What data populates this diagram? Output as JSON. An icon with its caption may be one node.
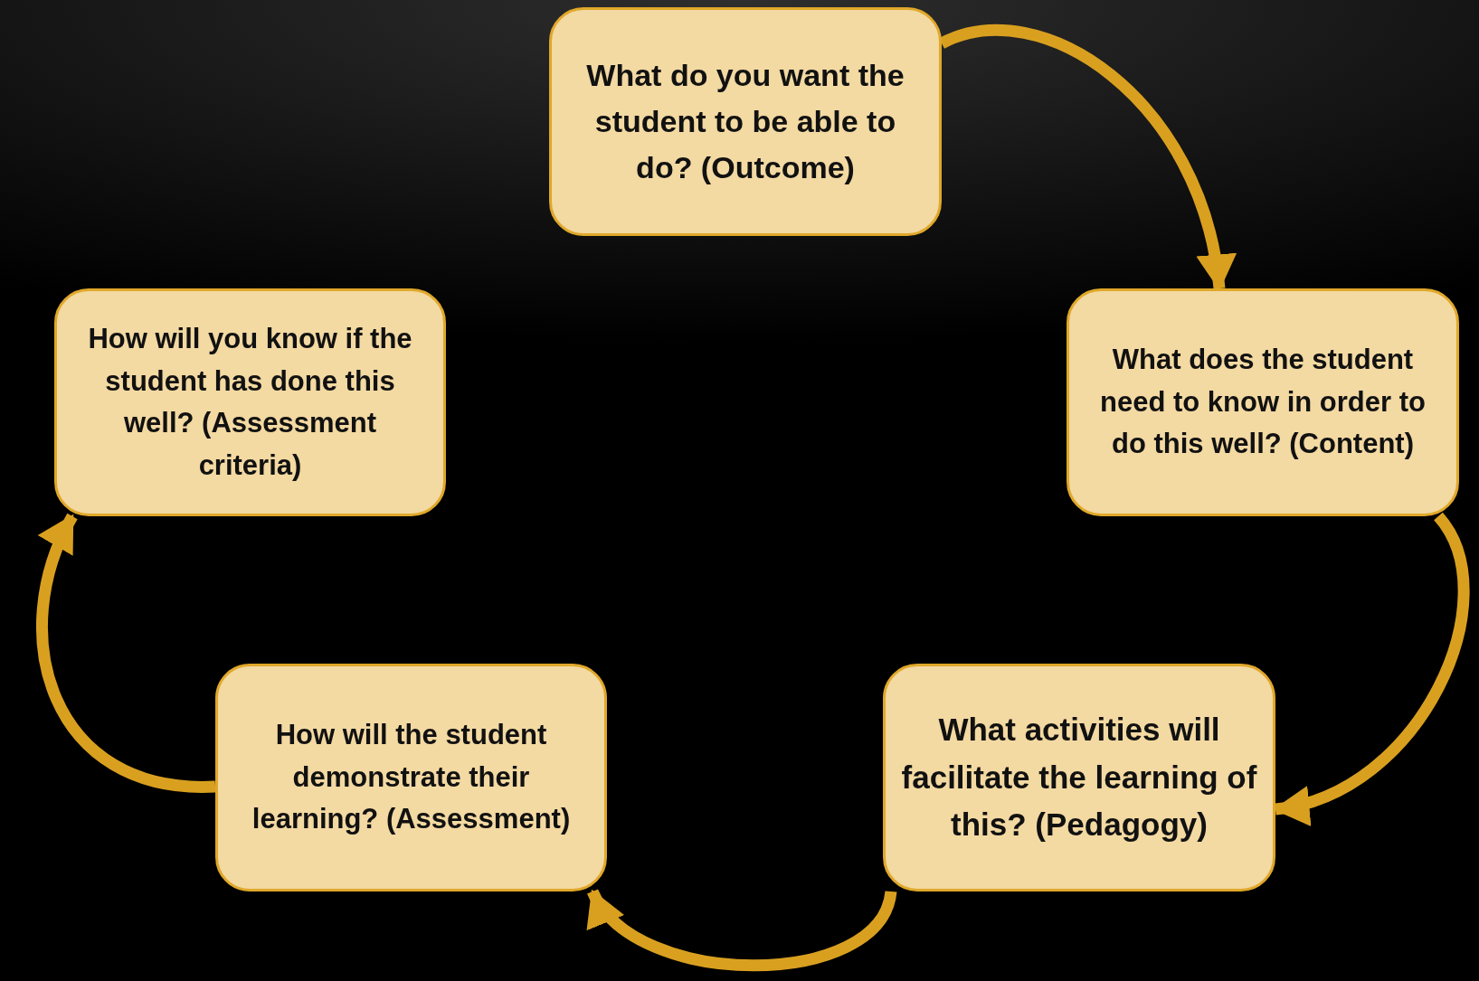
{
  "diagram": {
    "nodes": [
      {
        "text": [
          "What do you want the student to be able to do? (Outcome)"
        ]
      },
      {
        "text": [
          "What does the student need to know in order to do this well? (Content)"
        ]
      },
      {
        "text": [
          "What activities will facilitate the learning of this? (Pedagogy)"
        ]
      },
      {
        "text": [
          "How will the student demonstrate their learning? (Assessment)"
        ]
      },
      {
        "text": [
          "How will you know if the student has done this well? (Assessment criteria)"
        ]
      }
    ],
    "edges": [
      {
        "from": 0,
        "to": 1,
        "arrow": "to"
      },
      {
        "from": 1,
        "to": 2,
        "arrow": "to"
      },
      {
        "from": 2,
        "to": 3,
        "arrow": "to"
      },
      {
        "from": 3,
        "to": 4,
        "arrow": "to"
      }
    ]
  }
}
